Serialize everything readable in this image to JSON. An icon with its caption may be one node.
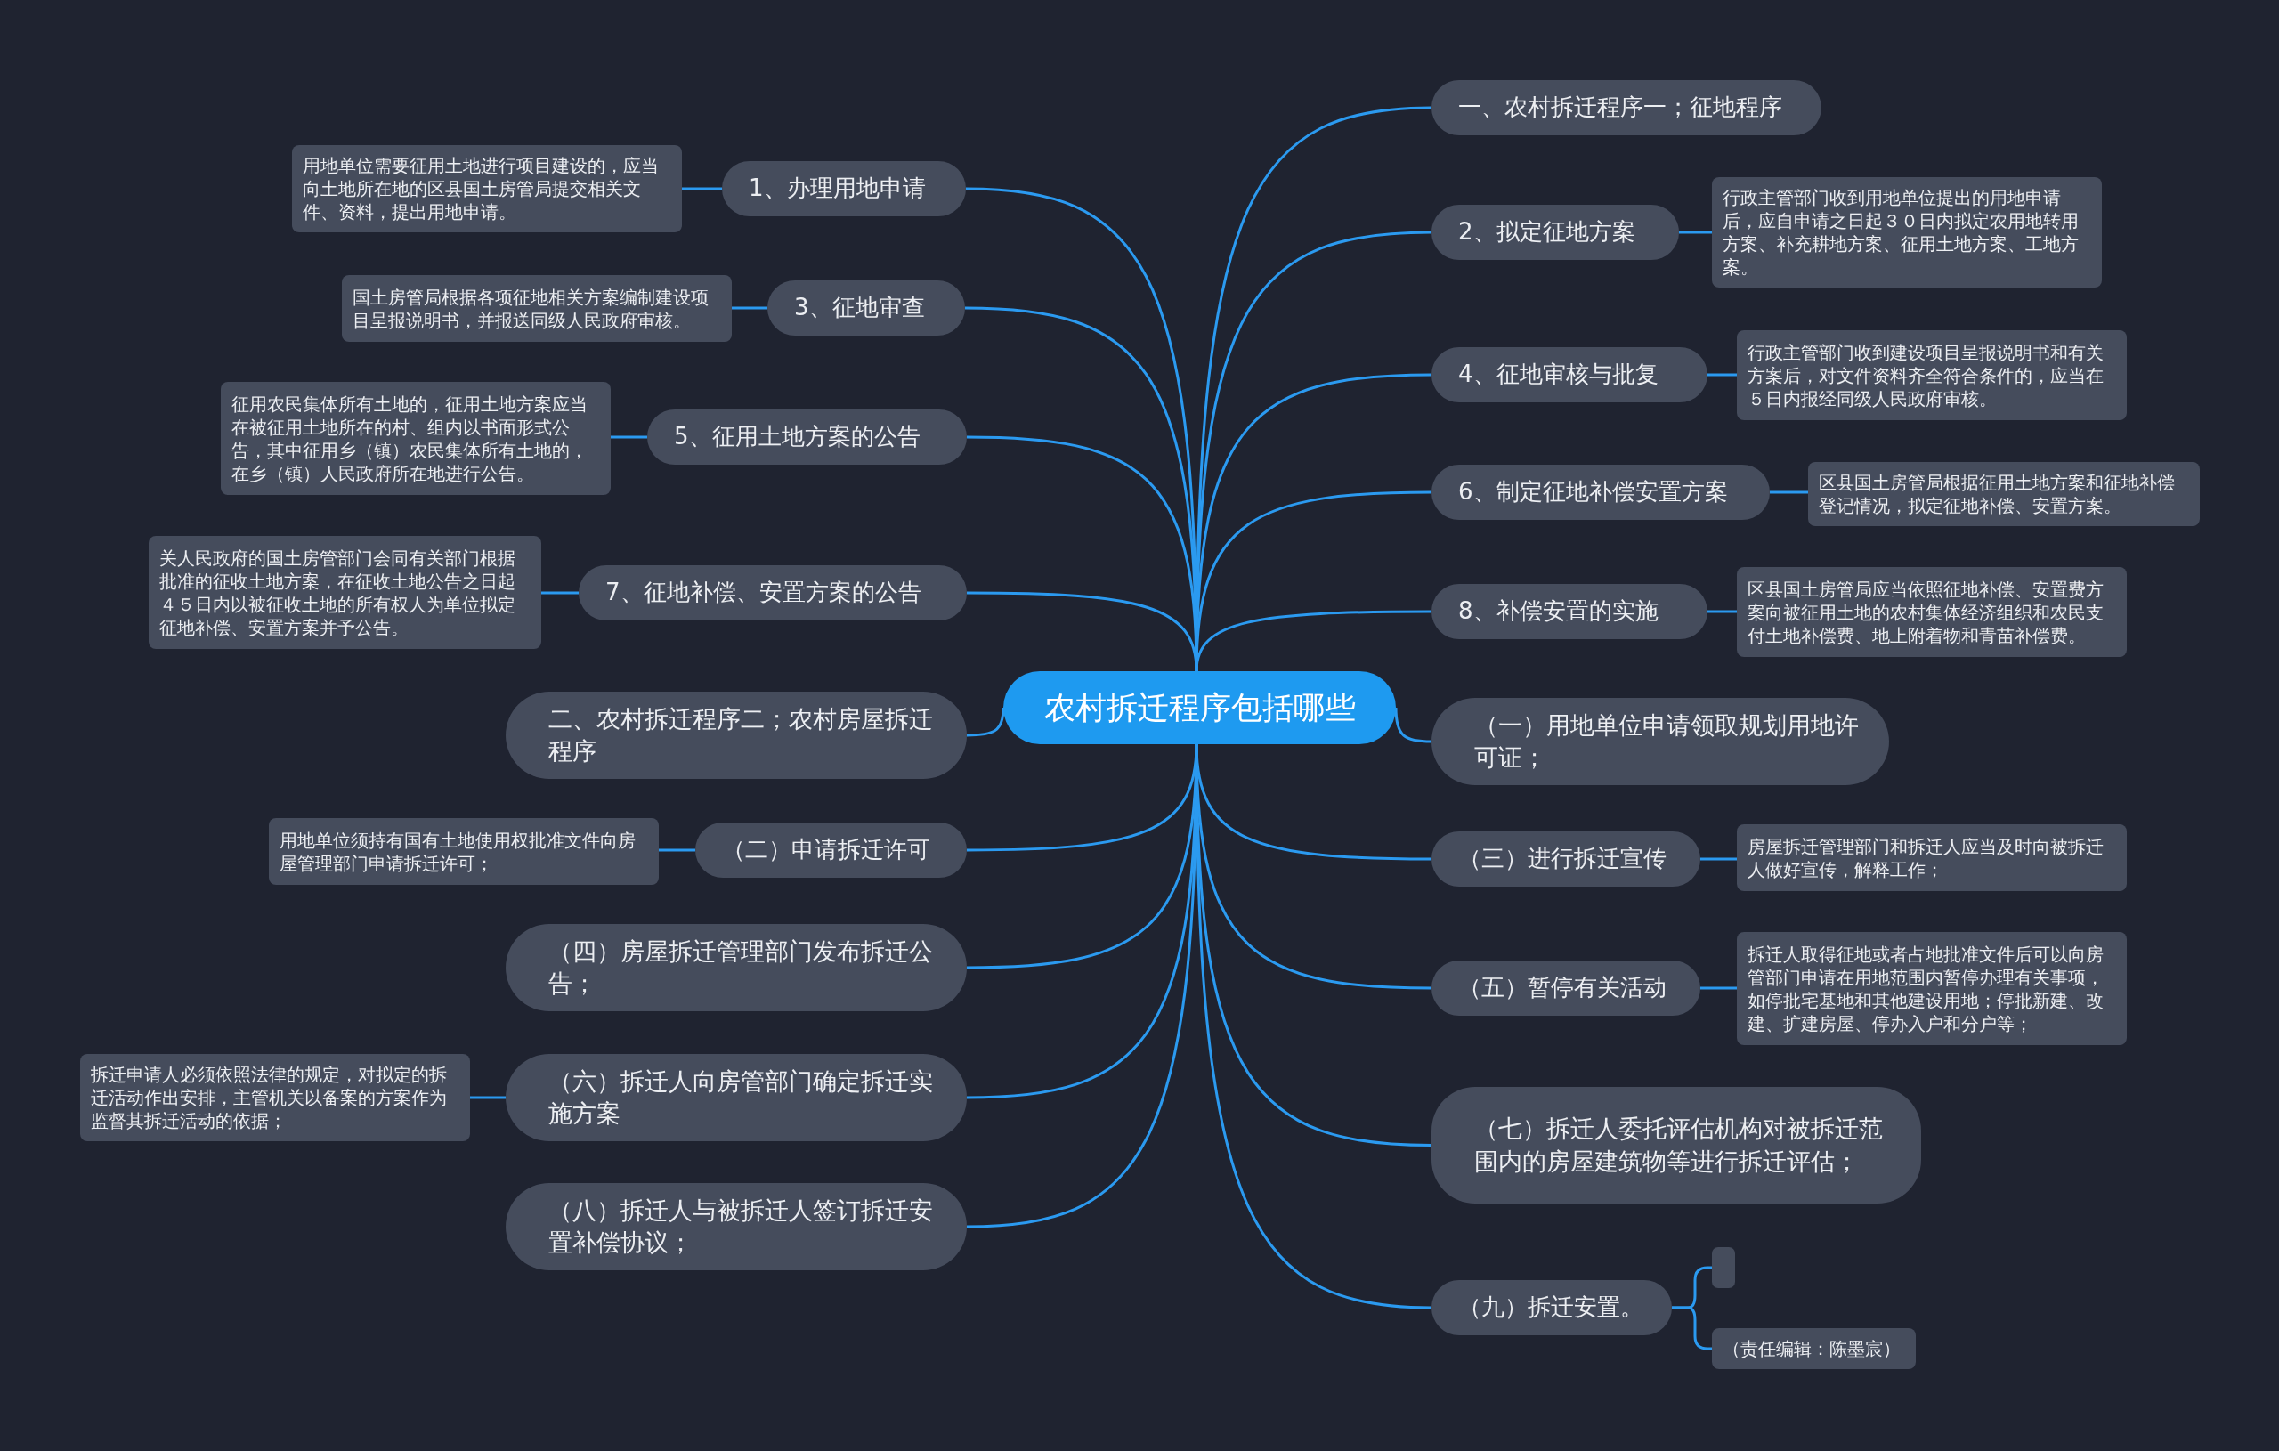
{
  "diagram": {
    "nodes": [
      {
        "text": [
          "农村拆迁程序包括哪些"
        ]
      },
      {
        "text": [
          "一、农村拆迁程序一；征地程序"
        ]
      },
      {
        "text": [
          "2、拟定征地方案"
        ]
      },
      {
        "text": [
          "行政主管部门收到用地单位提出的用地申请后，应自申请之日起３０日内拟定农用地转用方案、补充耕地方案、征用土地方案、工地方案。"
        ]
      },
      {
        "text": [
          "4、征地审核与批复"
        ]
      },
      {
        "text": [
          "行政主管部门收到建设项目呈报说明书和有关方案后，对文件资料齐全符合条件的，应当在５日内报经同级人民政府审核。"
        ]
      },
      {
        "text": [
          "6、制定征地补偿安置方案"
        ]
      },
      {
        "text": [
          "区县国土房管局根据征用土地方案和征地补偿登记情况，拟定征地补偿、安置方案。"
        ]
      },
      {
        "text": [
          "8、补偿安置的实施"
        ]
      },
      {
        "text": [
          "区县国土房管局应当依照征地补偿、安置费方案向被征用土地的农村集体经济组织和农民支付土地补偿费、地上附着物和青苗补偿费。"
        ]
      },
      {
        "text": [
          "（一）用地单位申请领取规划用地许可证；"
        ]
      },
      {
        "text": [
          "（三）进行拆迁宣传"
        ]
      },
      {
        "text": [
          "房屋拆迁管理部门和拆迁人应当及时向被拆迁人做好宣传，解释工作；"
        ]
      },
      {
        "text": [
          "（五）暂停有关活动"
        ]
      },
      {
        "text": [
          "拆迁人取得征地或者占地批准文件后可以向房管部门申请在用地范围内暂停办理有关事项，如停批宅基地和其他建设用地；停批新建、改建、扩建房屋、停办入户和分户等；"
        ]
      },
      {
        "text": [
          "（七）拆迁人委托评估机构对被拆迁范围内的房屋建筑物等进行拆迁评估；"
        ]
      },
      {
        "text": [
          "（九）拆迁安置。"
        ]
      },
      {
        "text": [],
        "shape": "box"
      },
      {
        "text": [
          "（责任编辑：陈墨宸）"
        ]
      },
      {
        "text": [
          "1、办理用地申请"
        ]
      },
      {
        "text": [
          "用地单位需要征用土地进行项目建设的，应当向土地所在地的区县国土房管局提交相关文件、资料，提出用地申请。"
        ]
      },
      {
        "text": [
          "3、征地审查"
        ]
      },
      {
        "text": [
          "国土房管局根据各项征地相关方案编制建设项目呈报说明书，并报送同级人民政府审核。"
        ]
      },
      {
        "text": [
          "5、征用土地方案的公告"
        ]
      },
      {
        "text": [
          "征用农民集体所有土地的，征用土地方案应当在被征用土地所在的村、组内以书面形式公告，其中征用乡（镇）农民集体所有土地的，在乡（镇）人民政府所在地进行公告。"
        ]
      },
      {
        "text": [
          "7、征地补偿、安置方案的公告"
        ]
      },
      {
        "text": [
          "关人民政府的国土房管部门会同有关部门根据批准的征收土地方案，在征收土地公告之日起４５日内以被征收土地的所有权人为单位拟定征地补偿、安置方案并予公告。"
        ]
      },
      {
        "text": [
          "二、农村拆迁程序二；农村房屋拆迁程序"
        ]
      },
      {
        "text": [
          "（二）申请拆迁许可"
        ]
      },
      {
        "text": [
          "用地单位须持有国有土地使用权批准文件向房屋管理部门申请拆迁许可；"
        ]
      },
      {
        "text": [
          "（四）房屋拆迁管理部门发布拆迁公告；"
        ]
      },
      {
        "text": [
          "（六）拆迁人向房管部门确定拆迁实施方案"
        ]
      },
      {
        "text": [
          "拆迁申请人必须依照法律的规定，对拟定的拆迁活动作出安排，主管机关以备案的方案作为监督其拆迁活动的依据；"
        ]
      },
      {
        "text": [
          "（八）拆迁人与被拆迁人签订拆迁安置补偿协议；"
        ]
      }
    ],
    "edges": [
      {
        "from": 0,
        "to": 1,
        "arrow": "none"
      },
      {
        "from": 0,
        "to": 2,
        "arrow": "none"
      },
      {
        "from": 2,
        "to": 3,
        "arrow": "none"
      },
      {
        "from": 0,
        "to": 4,
        "arrow": "none"
      },
      {
        "from": 4,
        "to": 5,
        "arrow": "none"
      },
      {
        "from": 0,
        "to": 6,
        "arrow": "none"
      },
      {
        "from": 6,
        "to": 7,
        "arrow": "none"
      },
      {
        "from": 0,
        "to": 8,
        "arrow": "none"
      },
      {
        "from": 8,
        "to": 9,
        "arrow": "none"
      },
      {
        "from": 0,
        "to": 10,
        "arrow": "none"
      },
      {
        "from": 0,
        "to": 11,
        "arrow": "none"
      },
      {
        "from": 11,
        "to": 12,
        "arrow": "none"
      },
      {
        "from": 0,
        "to": 13,
        "arrow": "none"
      },
      {
        "from": 13,
        "to": 14,
        "arrow": "none"
      },
      {
        "from": 0,
        "to": 15,
        "arrow": "none"
      },
      {
        "from": 0,
        "to": 16,
        "arrow": "none"
      },
      {
        "from": 16,
        "to": 17,
        "arrow": "none"
      },
      {
        "from": 16,
        "to": 18,
        "arrow": "none"
      },
      {
        "from": 0,
        "to": 19,
        "arrow": "none"
      },
      {
        "from": 19,
        "to": 20,
        "arrow": "none"
      },
      {
        "from": 0,
        "to": 21,
        "arrow": "none"
      },
      {
        "from": 21,
        "to": 22,
        "arrow": "none"
      },
      {
        "from": 0,
        "to": 23,
        "arrow": "none"
      },
      {
        "from": 23,
        "to": 24,
        "arrow": "none"
      },
      {
        "from": 0,
        "to": 25,
        "arrow": "none"
      },
      {
        "from": 25,
        "to": 26,
        "arrow": "none"
      },
      {
        "from": 0,
        "to": 27,
        "arrow": "none"
      },
      {
        "from": 0,
        "to": 28,
        "arrow": "none"
      },
      {
        "from": 28,
        "to": 29,
        "arrow": "none"
      },
      {
        "from": 0,
        "to": 30,
        "arrow": "none"
      },
      {
        "from": 0,
        "to": 31,
        "arrow": "none"
      },
      {
        "from": 31,
        "to": 32,
        "arrow": "none"
      },
      {
        "from": 0,
        "to": 33,
        "arrow": "none"
      }
    ]
  }
}
